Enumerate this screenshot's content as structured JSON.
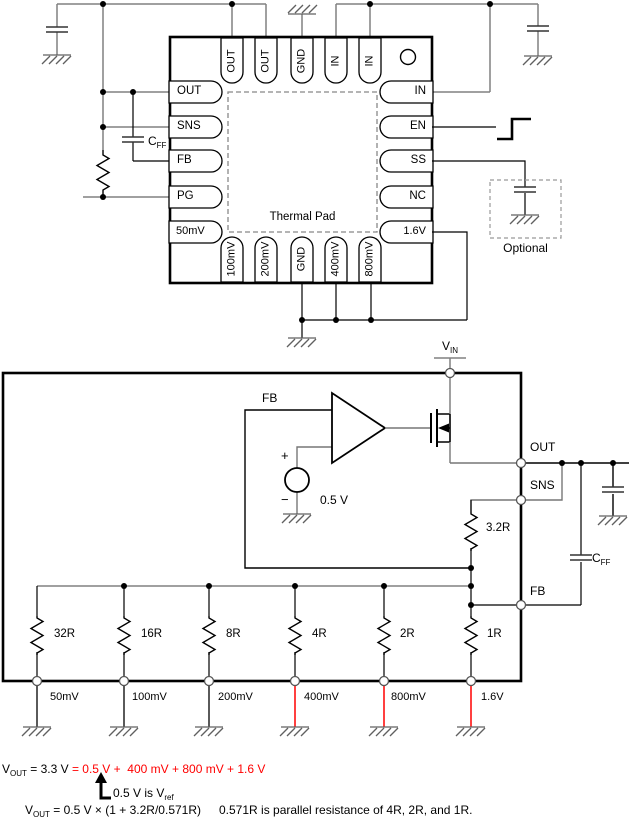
{
  "colors": {
    "accent_red": "#ff0000",
    "wire_gray": "#808080",
    "line_black": "#000000"
  },
  "package": {
    "top_pins": [
      "OUT",
      "OUT",
      "GND",
      "IN",
      "IN"
    ],
    "left_pins": [
      "OUT",
      "SNS",
      "FB",
      "PG",
      "50mV"
    ],
    "right_pins": [
      "IN",
      "EN",
      "SS",
      "NC",
      "1.6V"
    ],
    "bottom_pins": [
      "100mV",
      "200mV",
      "GND",
      "400mV",
      "800mV"
    ],
    "thermal_pad_label": "Thermal Pad",
    "optional_label": "Optional",
    "cff_label": "C",
    "cff_sub": "FF"
  },
  "block": {
    "vin_label": "V",
    "vin_sub": "IN",
    "fb_internal_label": "FB",
    "plus_label": "+",
    "minus_label": "−",
    "vref_label": "0.5 V",
    "out_label": "OUT",
    "sns_label": "SNS",
    "fb_label": "FB",
    "sense_resistor_label": "3.2R",
    "cff_label": "C",
    "cff_sub": "FF",
    "resistor_labels": [
      "32R",
      "16R",
      "8R",
      "4R",
      "2R",
      "1R"
    ],
    "tap_labels": [
      "50mV",
      "100mV",
      "200mV",
      "400mV",
      "800mV",
      "1.6V"
    ]
  },
  "equations": {
    "eq1_var": "V",
    "eq1_var_sub": "OUT",
    "eq1_black": " = 3.3 V ",
    "eq1_red": "= 0.5 V +  400 mV + 800 mV + 1.6 V",
    "note_text": "0.5 V is V",
    "note_sub": "ref",
    "eq2_var": "V",
    "eq2_var_sub": "OUT",
    "eq2_body": " = 0.5 V × (1 + 3.2R/0.571R)",
    "eq2_note": "0.571R is parallel resistance of 4R, 2R, and 1R."
  }
}
